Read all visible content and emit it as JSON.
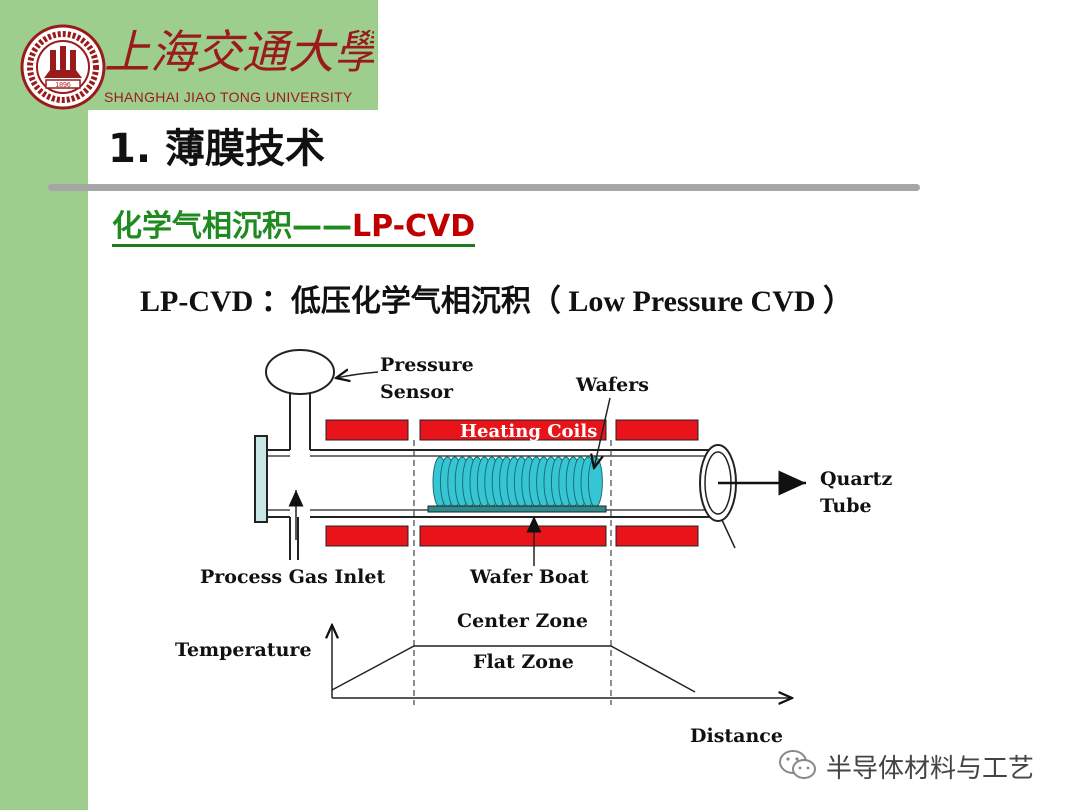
{
  "header": {
    "university_cn": "上海交通大學",
    "university_en": "SHANGHAI JIAO TONG UNIVERSITY",
    "seal_year": "1896"
  },
  "slide": {
    "title": "1. 薄膜技术",
    "subtitle_green": "化学气相沉积——",
    "subtitle_red": "LP-CVD",
    "desc_prefix": "LP-CVD  ：",
    "desc_cjk": "低压化学气相沉积（",
    "desc_en": " Low Pressure CVD ",
    "desc_close": "）"
  },
  "diagram": {
    "labels": {
      "pressure_sensor": [
        "Pressure",
        "Sensor"
      ],
      "wafers": "Wafers",
      "heating_coils": "Heating Coils",
      "quartz_tube": [
        "Quartz",
        "Tube"
      ],
      "process_gas_inlet": "Process Gas Inlet",
      "wafer_boat": "Wafer Boat",
      "center_zone": "Center Zone",
      "flat_zone": "Flat Zone",
      "temperature": "Temperature",
      "distance": "Distance"
    },
    "colors": {
      "heater": "#e8141a",
      "wafer": "#36c6d3",
      "boat": "#2e8b8b",
      "flange": "#c8e6e3"
    }
  },
  "watermark": {
    "text": "半导体材料与工艺",
    "icon": "wechat-icon"
  }
}
